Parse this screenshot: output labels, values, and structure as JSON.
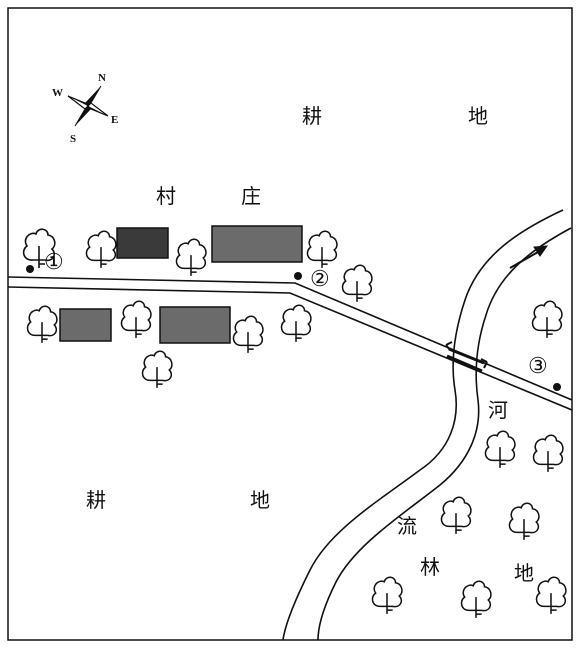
{
  "labels": {
    "farmland_top_char1": "耕",
    "farmland_top_char2": "地",
    "village_char1": "村",
    "village_char2": "庄",
    "farmland_bottom_char1": "耕",
    "farmland_bottom_char2": "地",
    "river_char1": "河",
    "river_char2": "流",
    "forest_char1": "林",
    "forest_char2": "地"
  },
  "sites": {
    "site1": "①",
    "site2": "②",
    "site3": "③"
  },
  "compass": {
    "north": "N",
    "south": "S",
    "east": "E",
    "west": "W"
  },
  "colors": {
    "ink": "#111111",
    "building_dark": "#3a3a3a",
    "building_mid": "#6b6b6b",
    "paper": "#ffffff"
  },
  "legend_icons": [
    "tree-icon",
    "building-icon",
    "compass-icon",
    "river-flow-arrow-icon",
    "site-marker-icon"
  ]
}
